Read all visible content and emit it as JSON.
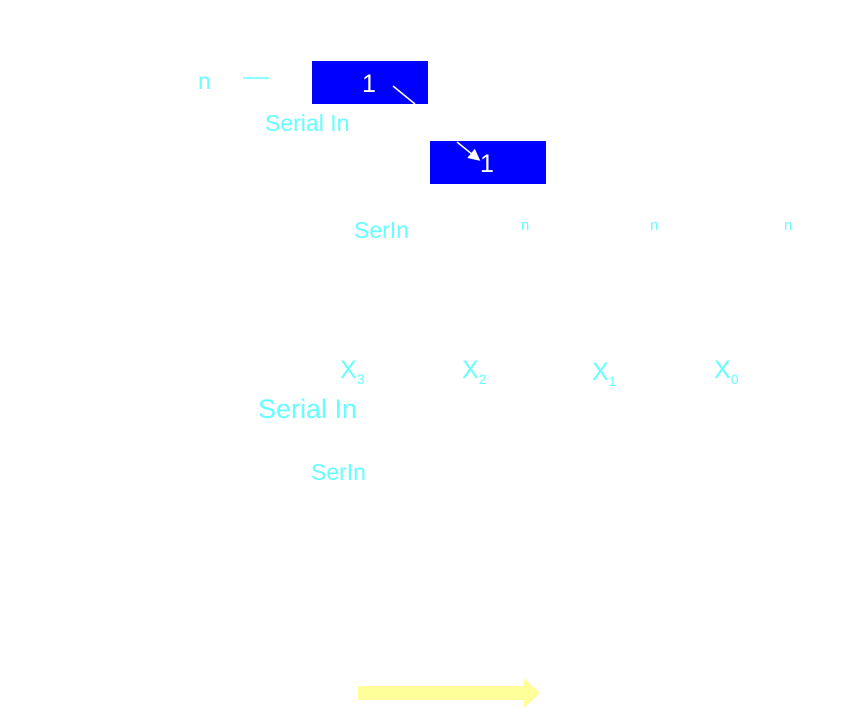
{
  "colors": {
    "text": "#66ffff",
    "box": "#0000ff",
    "box_text": "#ffffff",
    "arrow": "#ffff99"
  },
  "top": {
    "n_label": "n",
    "box1_value": "1",
    "box2_value": "1",
    "serial_in": "Serial In",
    "serin": "SerIn",
    "n_small": [
      "n",
      "n",
      "n"
    ]
  },
  "bits": [
    {
      "letter": "X",
      "index": "3"
    },
    {
      "letter": "X",
      "index": "2"
    },
    {
      "letter": "X",
      "index": "1"
    },
    {
      "letter": "X",
      "index": "0"
    }
  ],
  "bottom": {
    "serial_in": "Serial In",
    "serin": "SerIn"
  },
  "icons": {
    "shift_arrow": "right-arrow-icon",
    "connector": "diagonal-arrow-icon"
  }
}
